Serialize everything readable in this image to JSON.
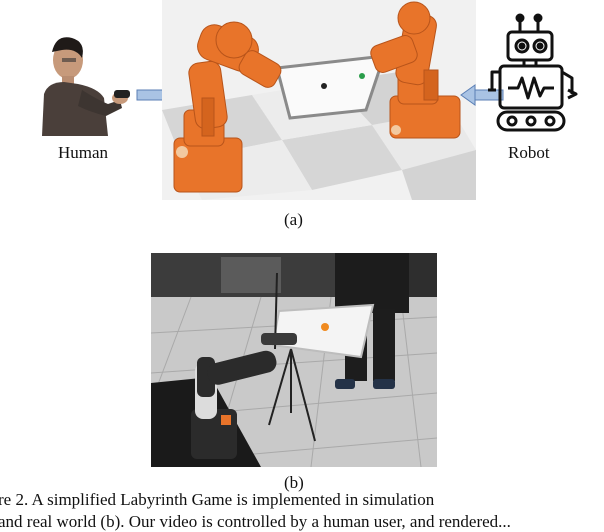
{
  "figure": {
    "panel_a": {
      "left_label": "Human",
      "right_label": "Robot",
      "sublabel": "(a)"
    },
    "panel_b": {
      "sublabel": "(b)"
    },
    "caption_line1": "re 2.      A simplified Labyrinth Game is implemented in simulation",
    "caption_line2": "and real world (b). Our video is controlled by a human user, and rendered..."
  }
}
